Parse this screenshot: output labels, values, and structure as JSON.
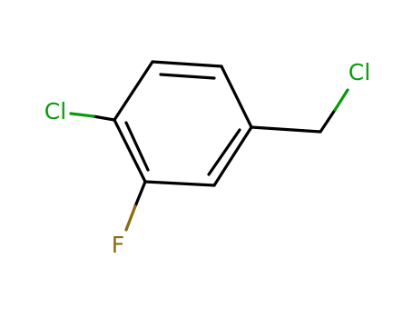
{
  "molecule": {
    "atoms": {
      "cl_ring": {
        "label": "Cl",
        "color": "#0a9a0a"
      },
      "f": {
        "label": "F",
        "color": "#8a6a12"
      },
      "cl_methyl": {
        "label": "Cl",
        "color": "#0a9a0a"
      }
    },
    "colors": {
      "bond": "#000000",
      "chlorine_bond": "#0a9a0a",
      "fluorine_bond": "#8a6a12"
    }
  }
}
